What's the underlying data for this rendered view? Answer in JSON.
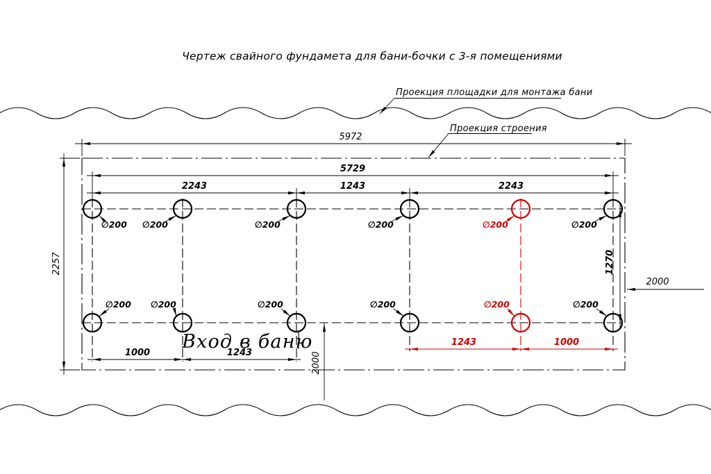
{
  "title": "Чертеж свайного фундамета для бани-бочки с 3-я помещениями",
  "callouts": {
    "platform_label": "Проекция площадки для монтажа бани",
    "building_label": "Проекция строения"
  },
  "entrance": {
    "label": "Вход в баню"
  },
  "pile": {
    "diameter_label": "∅200"
  },
  "dims": {
    "platform_width": "5972",
    "pile_span": "5729",
    "span_left": "2243",
    "span_mid": "1243",
    "span_right": "2243",
    "platform_height": "2257",
    "row_spacing": "1270",
    "right_offset": "2000",
    "bottom_offset": "2000",
    "left_1000": "1000",
    "left_1243": "1243",
    "red_1243": "1243",
    "red_1000": "1000"
  },
  "colors": {
    "line": "#000000",
    "accent": "#d40000"
  }
}
